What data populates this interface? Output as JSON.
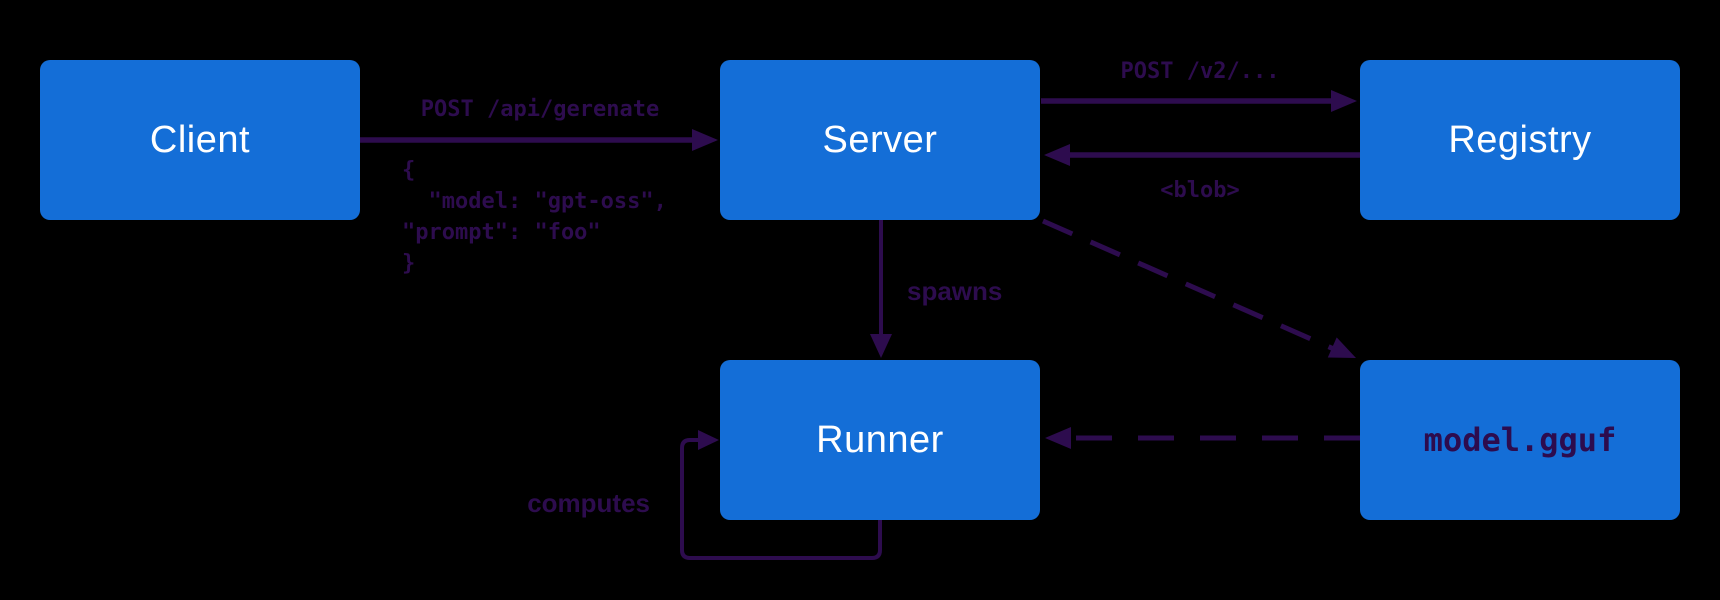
{
  "colors": {
    "background": "#000000",
    "node_fill": "#146ED7",
    "node_text": "#FFFFFF",
    "accent": "#2D0C4E"
  },
  "nodes": {
    "client": {
      "label": "Client"
    },
    "server": {
      "label": "Server"
    },
    "registry": {
      "label": "Registry"
    },
    "runner": {
      "label": "Runner"
    },
    "model_file": {
      "label": "model.gguf"
    }
  },
  "edges": {
    "client_to_server": {
      "label": "POST /api/gerenate",
      "body": "{\n  \"model: \"gpt-oss\",\n\"prompt\": \"foo\"\n}"
    },
    "server_to_registry": {
      "label": "POST /v2/..."
    },
    "registry_to_server": {
      "label": "<blob>"
    },
    "server_to_runner": {
      "label": "spawns"
    },
    "runner_self": {
      "label": "computes"
    }
  }
}
